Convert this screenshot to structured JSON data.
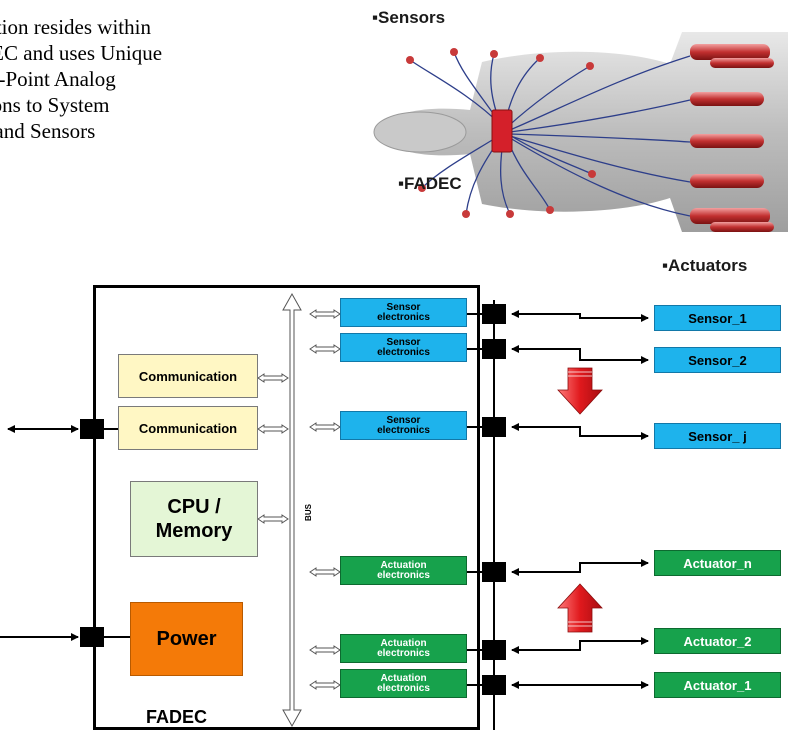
{
  "intro_text": {
    "lines": [
      "nction resides within",
      "DEC and uses Unique",
      "o-Point Analog",
      "tions to System",
      "rs and Sensors"
    ]
  },
  "photo": {
    "sensors_label": "▪Sensors",
    "fadec_label": "▪FADEC",
    "actuators_label": "▪Actuators"
  },
  "diagram": {
    "fadec_label": "FADEC",
    "bus_label": "BUS",
    "communication_1": "Communication",
    "communication_2": "Communication",
    "cpu_memory": "CPU /\nMemory",
    "power": "Power",
    "sensor_electronics": [
      "Sensor\nelectronics",
      "Sensor\nelectronics",
      "Sensor\nelectronics"
    ],
    "actuation_electronics": [
      "Actuation\nelectronics",
      "Actuation\nelectronics",
      "Actuation\nelectronics"
    ],
    "sensors": [
      "Sensor_1",
      "Sensor_2",
      "Sensor_ j"
    ],
    "actuators": [
      "Actuator_n",
      "Actuator_2",
      "Actuator_1"
    ]
  },
  "colors": {
    "sensor_blue": "#1eb3ec",
    "actuator_green": "#17a24c",
    "power_orange": "#f47a08",
    "communication_yellow": "#fff7c4",
    "cpu_green": "#e4f6d6",
    "arrow_red": "#e0191d"
  }
}
